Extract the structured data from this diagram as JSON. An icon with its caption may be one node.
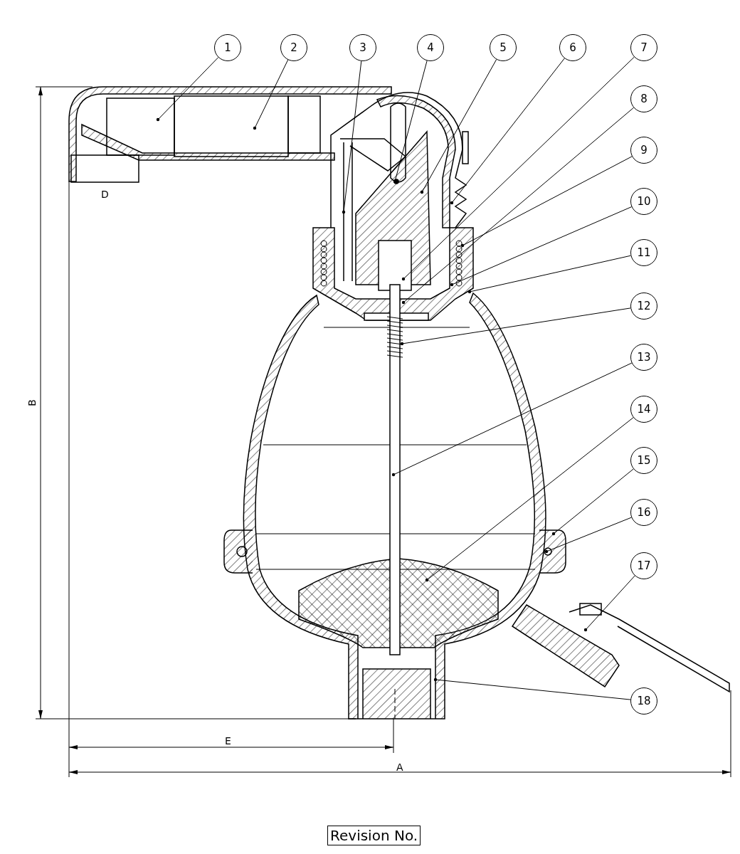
{
  "diagram": {
    "nodes": [
      {
        "text": [
          "1"
        ]
      },
      {
        "text": [
          "2"
        ]
      },
      {
        "text": [
          "3"
        ]
      },
      {
        "text": [
          "4"
        ]
      },
      {
        "text": [
          "5"
        ]
      },
      {
        "text": [
          "6"
        ]
      },
      {
        "text": [
          "7"
        ]
      },
      {
        "text": [
          "8"
        ]
      },
      {
        "text": [
          "9"
        ]
      },
      {
        "text": [
          "10"
        ]
      },
      {
        "text": [
          "11"
        ]
      },
      {
        "text": [
          "12"
        ]
      },
      {
        "text": [
          "13"
        ]
      },
      {
        "text": [
          "14"
        ]
      },
      {
        "text": [
          "15"
        ]
      },
      {
        "text": [
          "16"
        ]
      },
      {
        "text": [
          "17"
        ]
      },
      {
        "text": [
          "18"
        ]
      }
    ],
    "edges": [
      {
        "from": 0,
        "to": null,
        "arrow": "other"
      },
      {
        "from": 1,
        "to": null,
        "arrow": "other"
      },
      {
        "from": 2,
        "to": null,
        "arrow": "other"
      },
      {
        "from": 3,
        "to": null,
        "arrow": "other"
      },
      {
        "from": 4,
        "to": null,
        "arrow": "other"
      },
      {
        "from": 5,
        "to": null,
        "arrow": "other"
      },
      {
        "from": 6,
        "to": null,
        "arrow": "other"
      },
      {
        "from": 7,
        "to": null,
        "arrow": "other"
      },
      {
        "from": 8,
        "to": null,
        "arrow": "other"
      },
      {
        "from": 9,
        "to": null,
        "arrow": "other"
      },
      {
        "from": 10,
        "to": null,
        "arrow": "other"
      },
      {
        "from": 11,
        "to": null,
        "arrow": "other"
      },
      {
        "from": 12,
        "to": null,
        "arrow": "other"
      },
      {
        "from": 13,
        "to": null,
        "arrow": "other"
      },
      {
        "from": 14,
        "to": null,
        "arrow": "other"
      },
      {
        "from": 15,
        "to": null,
        "arrow": "other"
      },
      {
        "from": 16,
        "to": null,
        "arrow": "other"
      },
      {
        "from": 17,
        "to": null,
        "arrow": "other"
      }
    ],
    "labels": [
      "D",
      "B",
      "E",
      "A",
      "Revision No."
    ]
  }
}
